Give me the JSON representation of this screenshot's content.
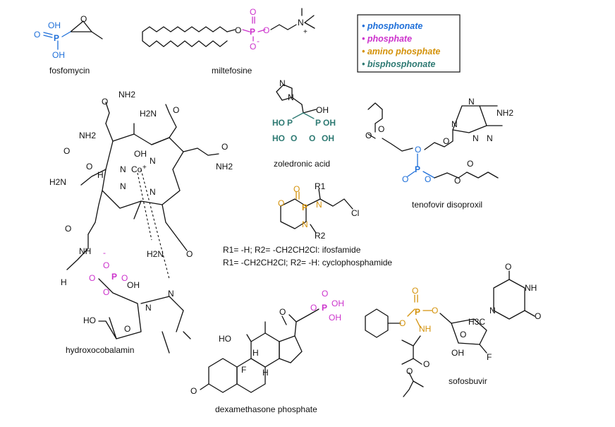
{
  "colors": {
    "phosphonate": "#1e6fd9",
    "phosphate": "#cc33cc",
    "amino_phosphate": "#d4920a",
    "bisphosphonate": "#2e7a73",
    "black": "#111111"
  },
  "legend": {
    "items": [
      {
        "label": "phosphonate",
        "color": "#1e6fd9"
      },
      {
        "label": "phosphate",
        "color": "#cc33cc"
      },
      {
        "label": "amino phosphate",
        "color": "#d4920a"
      },
      {
        "label": "bisphosphonate",
        "color": "#2e7a73"
      }
    ]
  },
  "molecules": {
    "fosfomycin": "fosfomycin",
    "miltefosine": "miltefosine",
    "zoledronic": "zoledronic acid",
    "tenofovir": "tenofovir disoproxil",
    "hydroxocobalamin": "hydroxocobalamin",
    "dexamethasone": "dexamethasone phosphate",
    "sofosbuvir": "sofosbuvir"
  },
  "ifosfamide_lines": {
    "line1": "R1= -H; R2= -CH2CH2Cl: ifosfamide",
    "line2": "R1= -CH2CH2Cl; R2= -H: cyclophosphamide"
  },
  "atoms": {
    "P": "P",
    "O": "O",
    "OH": "OH",
    "HO": "HO",
    "N": "N",
    "NH": "NH",
    "NH2": "NH2",
    "H2N": "H2N",
    "H": "H",
    "F": "F",
    "Cl": "Cl",
    "NMe3": "N",
    "plus": "+",
    "minus": "-",
    "R1": "R1",
    "R2": "R2",
    "Co": "Co",
    "Coplus": "+",
    "H3C": "H3C"
  }
}
